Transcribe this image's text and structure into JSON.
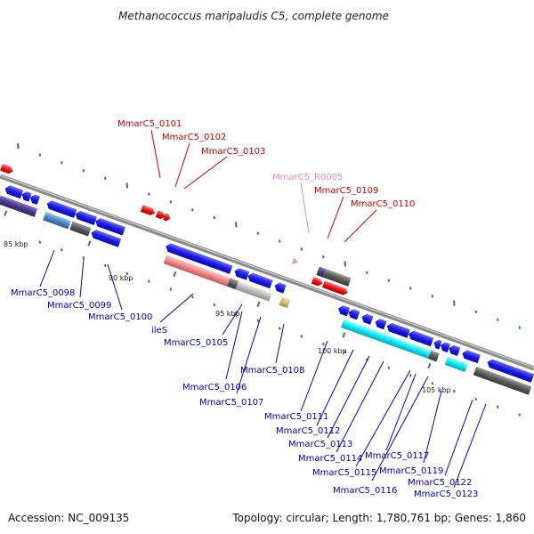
{
  "title": "Methanococcus maripaludis C5, complete genome",
  "footer": {
    "accession": "Accession: NC_009135",
    "summary": "Topology: circular; Length: 1,780,761 bp; Genes: 1,860"
  },
  "colors": {
    "backbone": "#8a8a8a",
    "cds": "#1414e6",
    "rna": "#ee1111",
    "pseudo": "#f090c0",
    "tick": "#2a8a2a",
    "label_plus": "#cc0000",
    "label_minus": "#0000bb",
    "label_rna": "#ee88bb"
  },
  "scale_labels": [
    "85 kbp",
    "90 kbp",
    "95 kbp",
    "100 kbp",
    "105 kbp"
  ],
  "upper_labels": [
    "MmarC5_0101",
    "MmarC5_0102",
    "MmarC5_0103",
    "MmarC5_R0005",
    "MmarC5_0109",
    "MmarC5_0110"
  ],
  "lower_labels": [
    "MmarC5_0098",
    "MmarC5_0099",
    "MmarC5_0100",
    "ileS",
    "MmarC5_0105",
    "MmarC5_0106",
    "MmarC5_0107",
    "MmarC5_0108",
    "MmarC5_0111",
    "MmarC5_0112",
    "MmarC5_0113",
    "MmarC5_0114",
    "MmarC5_0115",
    "MmarC5_0116",
    "MmarC5_0117",
    "MmarC5_0119",
    "MmarC5_0122",
    "MmarC5_0123"
  ]
}
